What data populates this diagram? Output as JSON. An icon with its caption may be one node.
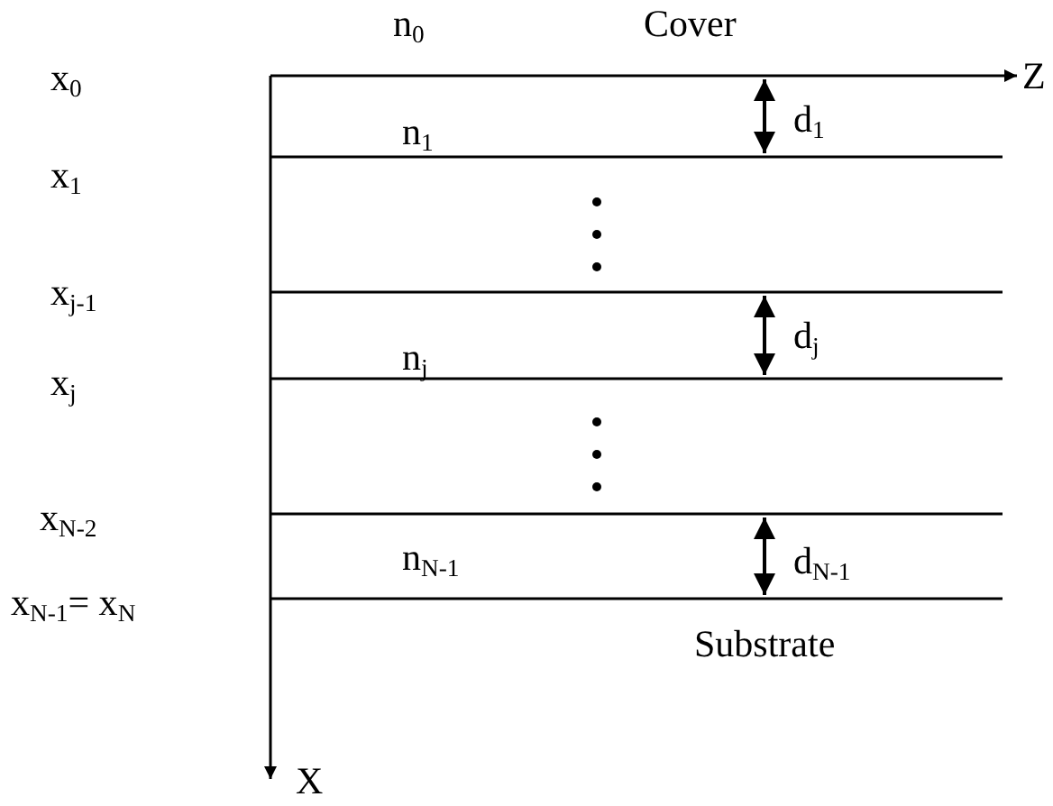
{
  "diagram": {
    "labels": [
      "n$_{0}$",
      "Cover",
      "Z",
      "x$_{0}$",
      "d$_{1}$",
      "n$_{1}$",
      "x$_{1}$",
      "x$_{j-1}$",
      "d$_{j}$",
      "n$_{j}$",
      "x$_{j}$",
      "x$_{N-2}$",
      "d$_{N-1}$",
      "n$_{N-1}$",
      "x$_{N-1}$= x$_{N}$",
      "Substrate",
      "X"
    ]
  }
}
